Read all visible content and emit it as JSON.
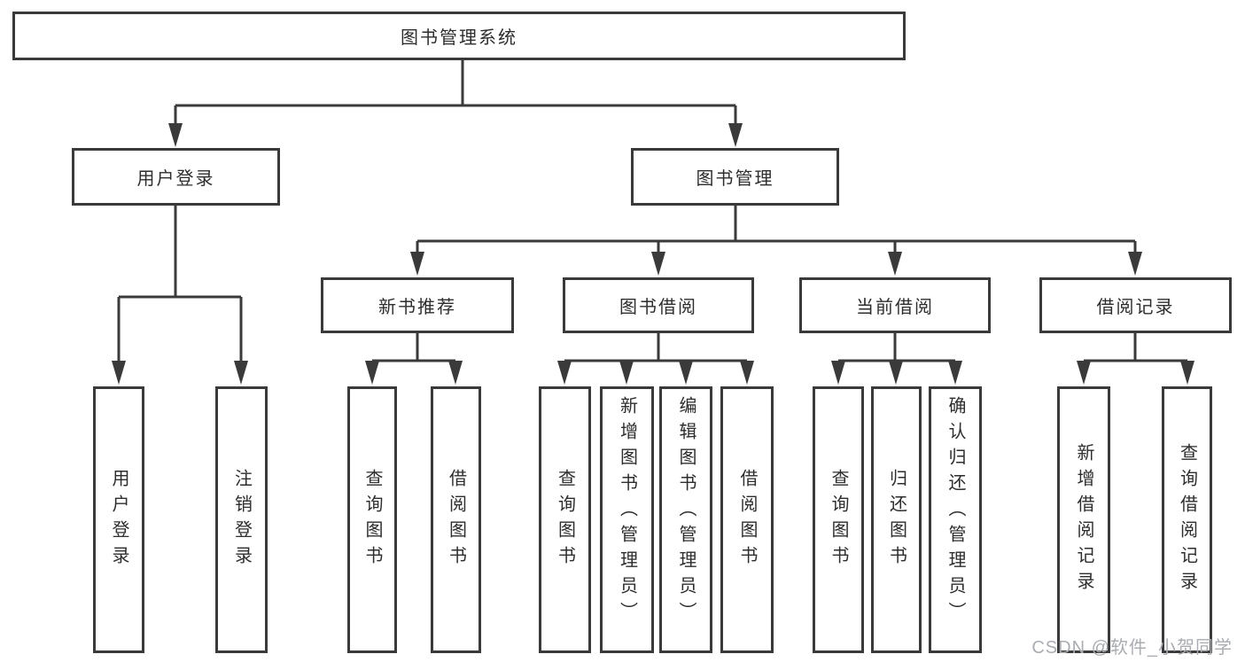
{
  "diagram": {
    "type": "hierarchy-tree",
    "title": "图书管理系统",
    "colors": {
      "line": "#3a3a3a",
      "box_border": "#3a3a3a",
      "text": "#2d2d2d",
      "background": "#ffffff",
      "watermark": "#a9adb2"
    }
  },
  "watermark": {
    "text": "CSDN @软件_小贺同学"
  },
  "nodes": {
    "root": {
      "label": "图书管理系统"
    },
    "user_login": {
      "label": "用户登录"
    },
    "book_mgmt": {
      "label": "图书管理"
    },
    "new_book_rec": {
      "label": "新书推荐"
    },
    "book_borrow": {
      "label": "图书借阅"
    },
    "current_borrow": {
      "label": "当前借阅"
    },
    "borrow_records": {
      "label": "借阅记录"
    },
    "leaf_user_login": {
      "label": "用户登录"
    },
    "leaf_logout": {
      "label": "注销登录"
    },
    "leaf_query_books_a": {
      "label": "查询图书"
    },
    "leaf_borrow_books_a": {
      "label": "借阅图书"
    },
    "leaf_query_books_b": {
      "label": "查询图书"
    },
    "leaf_add_books": {
      "label": "新增图书（管理员）"
    },
    "leaf_edit_books": {
      "label": "编辑图书（管理员）"
    },
    "leaf_borrow_books_b": {
      "label": "借阅图书"
    },
    "leaf_query_books_c": {
      "label": "查询图书"
    },
    "leaf_return_books": {
      "label": "归还图书"
    },
    "leaf_confirm_return": {
      "label": "确认归还（管理员）"
    },
    "leaf_add_borrow_record": {
      "label": "新增借阅记录"
    },
    "leaf_query_borrow_record": {
      "label": "查询借阅记录"
    }
  },
  "hierarchy": {
    "图书管理系统": {
      "用户登录": [
        "用户登录",
        "注销登录"
      ],
      "图书管理": {
        "新书推荐": [
          "查询图书",
          "借阅图书"
        ],
        "图书借阅": [
          "查询图书",
          "新增图书（管理员）",
          "编辑图书（管理员）",
          "借阅图书"
        ],
        "当前借阅": [
          "查询图书",
          "归还图书",
          "确认归还（管理员）"
        ],
        "借阅记录": [
          "新增借阅记录",
          "查询借阅记录"
        ]
      }
    }
  }
}
